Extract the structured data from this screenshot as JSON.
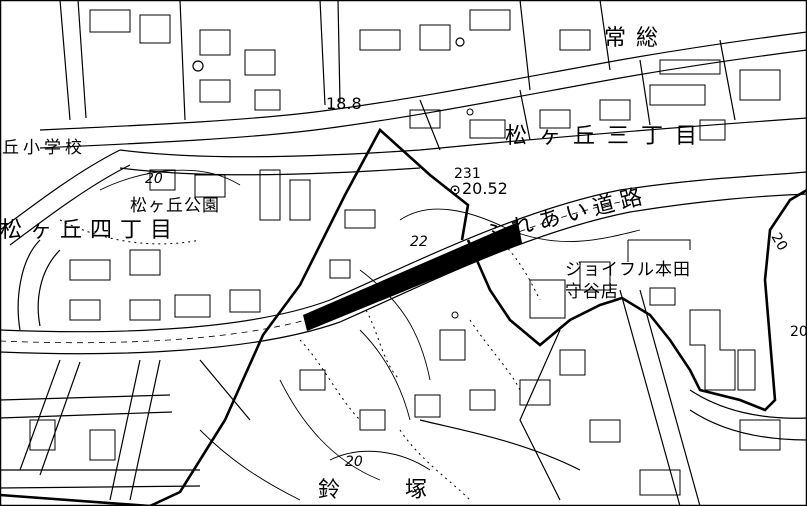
{
  "map": {
    "labels": {
      "school": "丘小学校",
      "district_3": "松ヶ丘三丁目",
      "district_4": "松ヶ丘四丁目",
      "park": "松ヶ丘公園",
      "road": "ふれあい道路",
      "store_1": "ジョイフル本田",
      "store_2": "守谷店",
      "joso": "常総",
      "suzuka": "鈴",
      "tsuka": "塚",
      "elev_1": "18.8",
      "elev_2": "20.52",
      "bm_no": "231",
      "contour_20a": "20",
      "contour_20b": "20",
      "contour_22": "22",
      "contour_20c": "20",
      "contour_20d": "20"
    }
  }
}
